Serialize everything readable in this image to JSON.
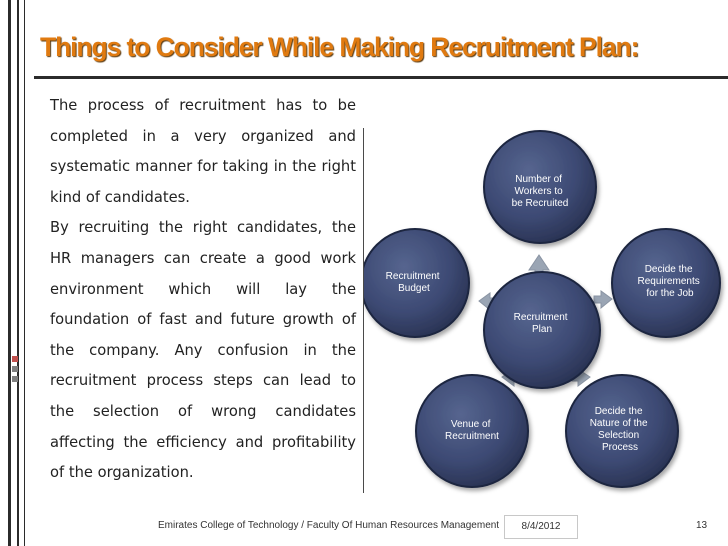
{
  "slide": {
    "title": "Things to Consider While Making Recruitment Plan:",
    "paragraphs": [
      "The process of recruitment has to be completed in a very organized and systematic manner for taking in the right kind of candidates.",
      "By recruiting the right candidates, the HR managers can create a good work environment which will lay the foundation of fast and future growth of the company. Any confusion in the recruitment process steps can lead to the selection of wrong candidates affecting the efficiency and profitability of the organization."
    ]
  },
  "diagram": {
    "center": {
      "lines": [
        "Recruitment",
        "Plan"
      ]
    },
    "nodes": [
      {
        "name": "number-of-workers",
        "lines": [
          "Number of",
          "Workers to",
          "be Recruited"
        ]
      },
      {
        "name": "recruitment-budget",
        "lines": [
          "Recruitment",
          "Budget"
        ]
      },
      {
        "name": "decide-requirements",
        "lines": [
          "Decide the",
          "Requirements",
          "for the Job"
        ]
      },
      {
        "name": "venue-of-recruitment",
        "lines": [
          "Venue of",
          "Recruitment"
        ]
      },
      {
        "name": "decide-selection-process",
        "lines": [
          "Decide the",
          "Nature of the",
          "Selection",
          "Process"
        ]
      }
    ],
    "colors": {
      "circle": "#3d4a74",
      "circle_edge": "#1e2540",
      "text": "#ffffff",
      "arrow": "#9aa5b4"
    }
  },
  "footer": {
    "college": "Emirates College of Technology / Faculty Of Human Resources Management",
    "date": "8/4/2012",
    "page": "13"
  },
  "colors": {
    "title": "#e07a10",
    "accent_red": "#c0504d",
    "accent_gray": "#7f7f7f"
  }
}
